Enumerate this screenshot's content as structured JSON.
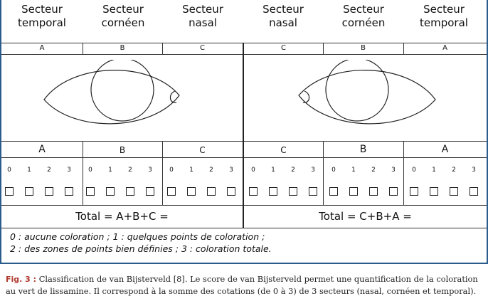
{
  "headers": {
    "left": [
      [
        "Secteur",
        "temporal"
      ],
      [
        "Secteur",
        "cornéen"
      ],
      [
        "Secteur",
        "nasal"
      ]
    ],
    "right": [
      [
        "Secteur",
        "nasal"
      ],
      [
        "Secteur",
        "cornéen"
      ],
      [
        "Secteur",
        "temporal"
      ]
    ]
  },
  "letters_top": [
    "A",
    "B",
    "C",
    "C",
    "B",
    "A"
  ],
  "letters_mid": [
    "A",
    "B",
    "C",
    "C",
    "B",
    "A"
  ],
  "scores": [
    "0",
    "1",
    "2",
    "3"
  ],
  "totals": {
    "left": "Total = A+B+C =",
    "right": "Total = C+B+A ="
  },
  "legend": {
    "line1": "0 : aucune coloration ; 1 : quelques points de coloration ;",
    "line2": "2 : des zones de points bien définies ; 3 : coloration totale."
  },
  "caption": {
    "label": "Fig. 3 :",
    "text1": "Classification de van Bijsterveld [8]. Le score de van Bijsterveld permet une quantification de la coloration",
    "text2": "au vert de lissamine. Il correspond à la somme des cotations (de 0 à 3) de 3 secteurs (nasal, cornéen et temporal)."
  },
  "colors": {
    "frame": "#2b5d8c",
    "caption_label": "#b03a2e"
  }
}
